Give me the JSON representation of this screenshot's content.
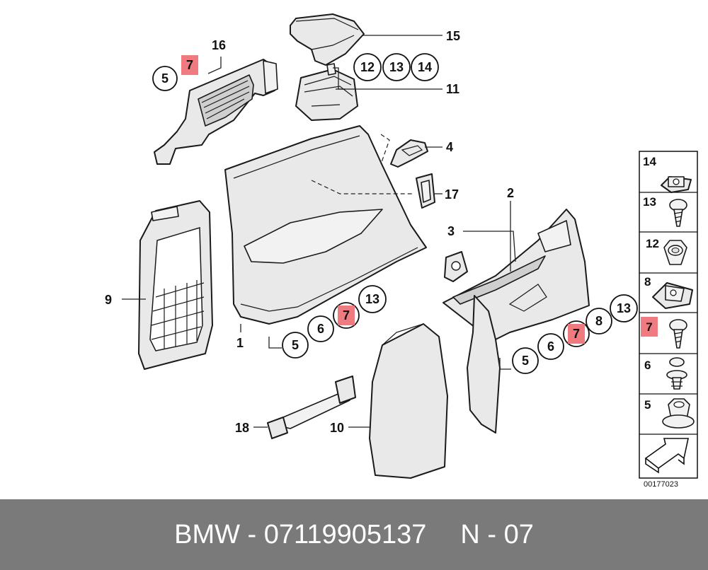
{
  "callouts": {
    "c1": "1",
    "c2": "2",
    "c3": "3",
    "c4": "4",
    "c9": "9",
    "c10": "10",
    "c11": "11",
    "c15": "15",
    "c16": "16",
    "c17": "17",
    "c18": "18",
    "top_left": [
      "5",
      "7"
    ],
    "top_row": [
      "12",
      "13",
      "14"
    ],
    "mid_row": [
      "5",
      "6",
      "7",
      "13"
    ],
    "right_row": [
      "5",
      "6",
      "7",
      "8",
      "13"
    ]
  },
  "highlight": {
    "number": "7",
    "color": "#ef7b80"
  },
  "side_panel": {
    "items": [
      "14",
      "13",
      "12",
      "8",
      "7",
      "6",
      "5"
    ],
    "arrow": "arrow-icon",
    "ref": "00177023"
  },
  "footer": {
    "left": "BMW - 07119905137",
    "right": "N - 07"
  }
}
